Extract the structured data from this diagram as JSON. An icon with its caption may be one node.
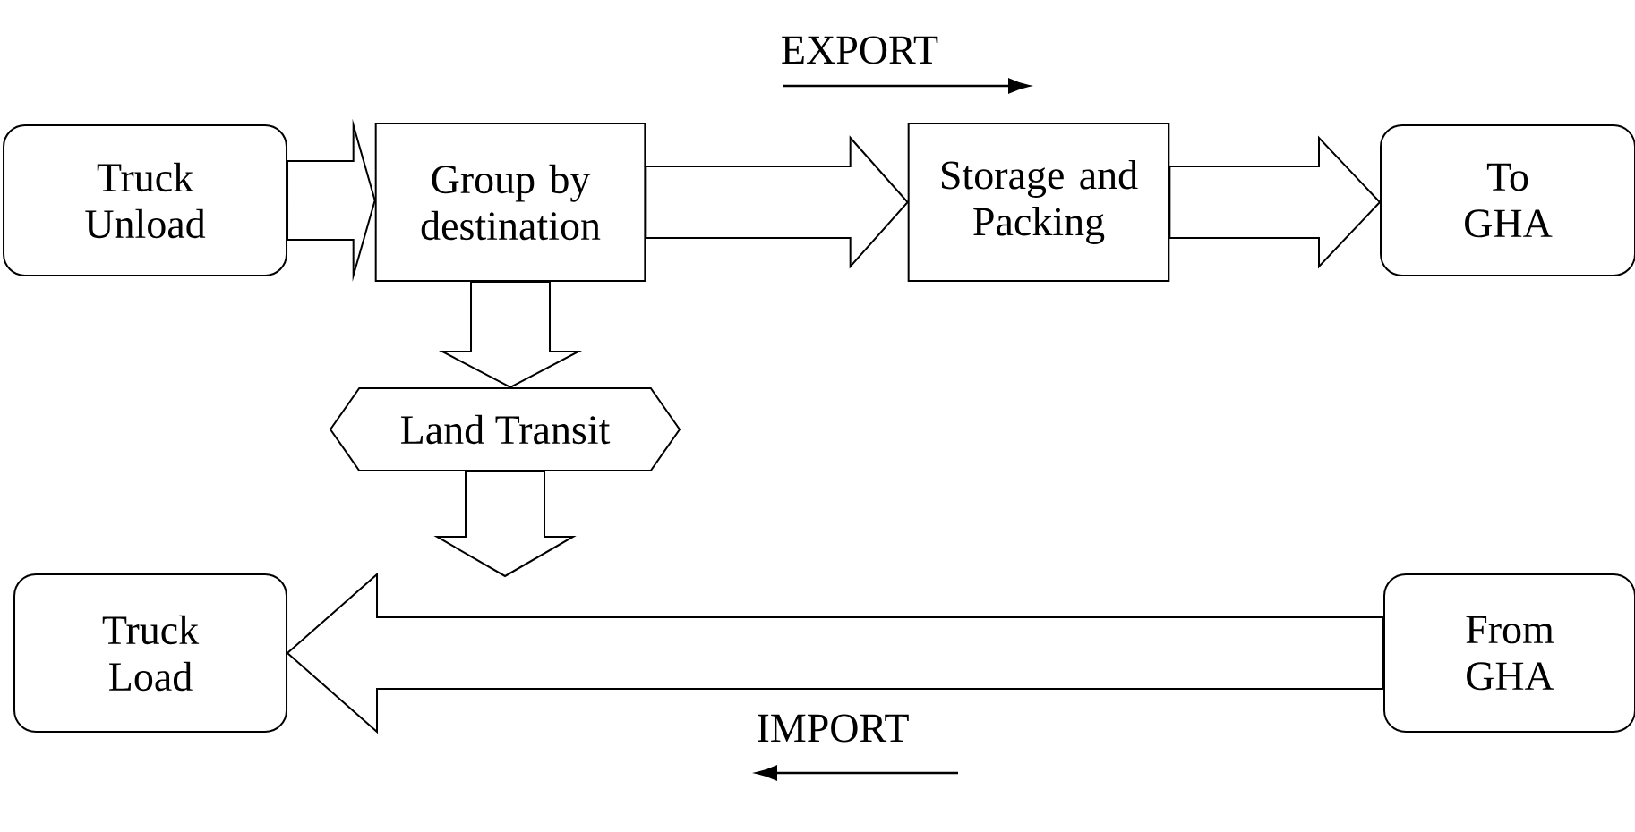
{
  "diagram": {
    "nodes": [
      {
        "text": [
          "Truck Unload"
        ]
      },
      {
        "text": [
          "Group by destination"
        ]
      },
      {
        "text": [
          "Storage and Packing"
        ]
      },
      {
        "text": [
          "To GHA"
        ]
      },
      {
        "text": [
          "Land Transit"
        ]
      },
      {
        "text": [
          "Truck Load"
        ]
      },
      {
        "text": [
          "From GHA"
        ]
      }
    ],
    "edges": [
      {
        "from": 0,
        "to": 1,
        "arrow": "to"
      },
      {
        "from": 1,
        "to": 2,
        "arrow": "to"
      },
      {
        "from": 2,
        "to": 3,
        "arrow": "to"
      },
      {
        "from": 1,
        "to": 4,
        "arrow": "to"
      },
      {
        "from": 4,
        "to": null,
        "arrow": "to"
      },
      {
        "from": 6,
        "to": 5,
        "arrow": "to"
      }
    ],
    "labels": [
      "EXPORT",
      "IMPORT"
    ]
  }
}
